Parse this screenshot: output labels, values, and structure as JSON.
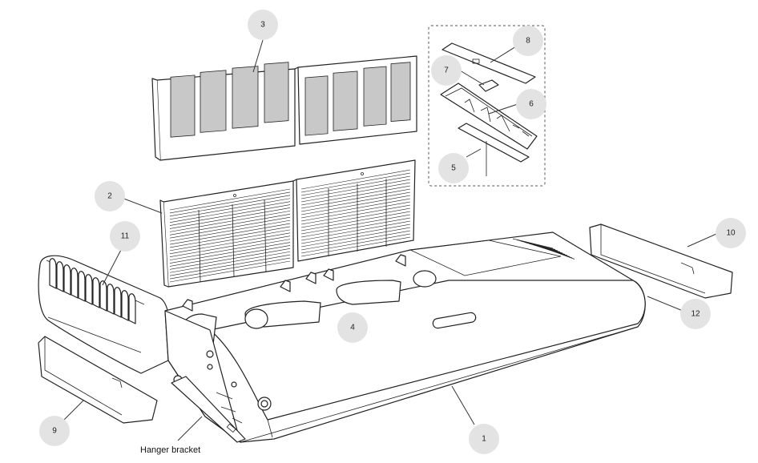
{
  "callouts": [
    {
      "id": "1",
      "label": "1"
    },
    {
      "id": "2",
      "label": "2"
    },
    {
      "id": "3",
      "label": "3"
    },
    {
      "id": "4",
      "label": "4"
    },
    {
      "id": "5",
      "label": "5"
    },
    {
      "id": "6",
      "label": "6"
    },
    {
      "id": "7",
      "label": "7"
    },
    {
      "id": "8",
      "label": "8"
    },
    {
      "id": "9",
      "label": "9"
    },
    {
      "id": "10",
      "label": "10"
    },
    {
      "id": "11",
      "label": "11"
    },
    {
      "id": "12",
      "label": "12"
    }
  ],
  "labels": {
    "hanger_bracket": "Hanger bracket"
  }
}
